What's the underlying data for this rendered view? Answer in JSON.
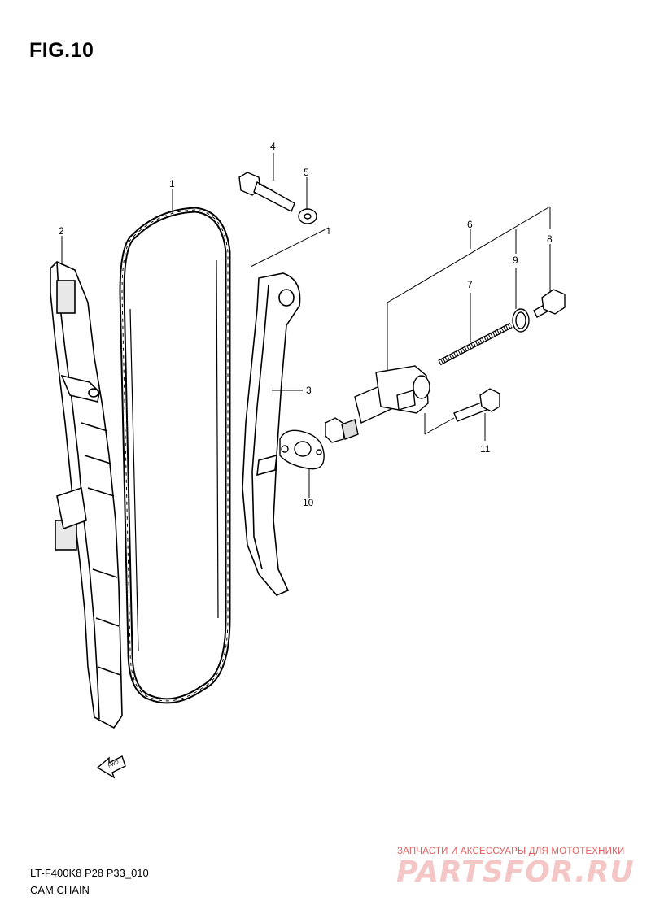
{
  "figure": {
    "title": "FIG.10"
  },
  "footer": {
    "code": "LT-F400K8 P28 P33_010",
    "caption": "CAM CHAIN"
  },
  "watermark": {
    "tagline": "ЗАПЧАСТИ И АКСЕССУАРЫ ДЛЯ МОТОТЕХНИКИ",
    "logo": "PARTSFOR.RU"
  },
  "direction_arrow": {
    "label": "FWD"
  },
  "parts": [
    {
      "number": "1",
      "part": "cam chain"
    },
    {
      "number": "2",
      "part": "chain guide"
    },
    {
      "number": "3",
      "part": "chain tensioner"
    },
    {
      "number": "4",
      "part": "bolt"
    },
    {
      "number": "5",
      "part": "washer"
    },
    {
      "number": "6",
      "part": "tensioner adjuster"
    },
    {
      "number": "7",
      "part": "spring"
    },
    {
      "number": "8",
      "part": "plug"
    },
    {
      "number": "9",
      "part": "o-ring"
    },
    {
      "number": "10",
      "part": "gasket"
    },
    {
      "number": "11",
      "part": "bolt"
    }
  ]
}
